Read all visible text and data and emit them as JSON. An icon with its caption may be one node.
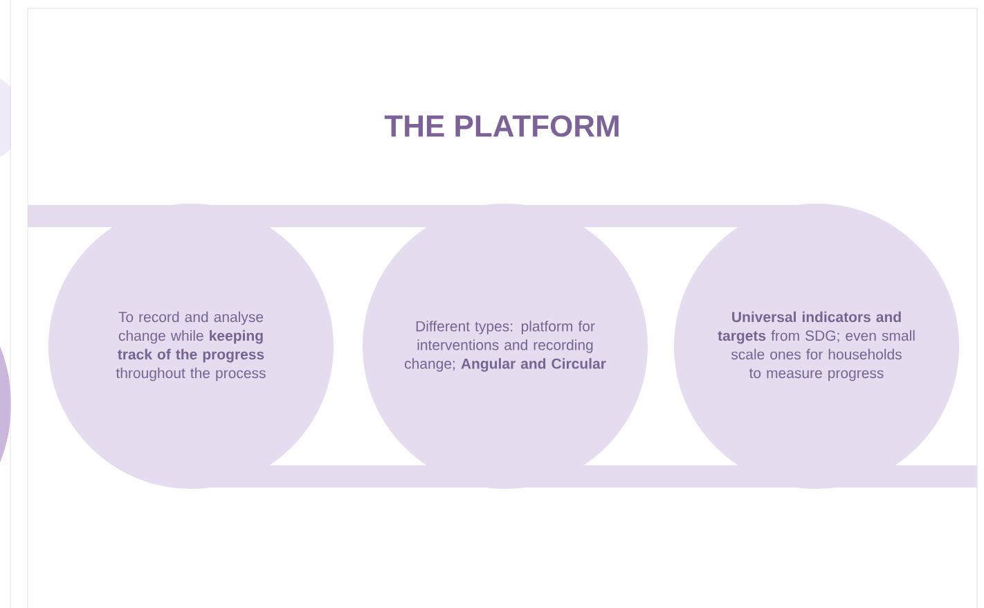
{
  "diagram": {
    "title": "THE PLATFORM",
    "nodes": [
      {
        "text": [
          "To record and analyse change while **keeping track of the progress** throughout the process"
        ]
      },
      {
        "text": [
          "Different types: platform for interventions and recording change; **Angular and Circular**"
        ]
      },
      {
        "text": [
          "**Universal indicators and targets** from SDG; even small scale ones for households to measure progress"
        ]
      }
    ]
  }
}
